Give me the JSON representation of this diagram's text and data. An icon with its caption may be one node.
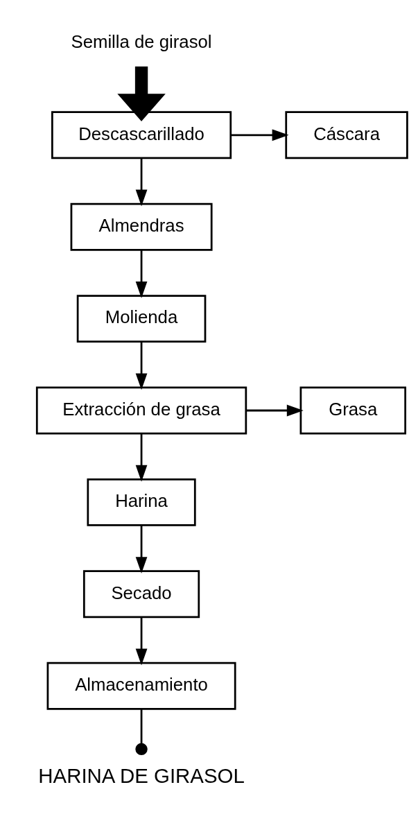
{
  "diagram": {
    "nodes": [
      {
        "text": [
          "Semilla de girasol"
        ]
      },
      {
        "text": [
          "Descascarillado"
        ]
      },
      {
        "text": [
          "Cáscara"
        ]
      },
      {
        "text": [
          "Almendras"
        ]
      },
      {
        "text": [
          "Molienda"
        ]
      },
      {
        "text": [
          "Extracción de grasa"
        ]
      },
      {
        "text": [
          "Grasa"
        ]
      },
      {
        "text": [
          "Harina"
        ]
      },
      {
        "text": [
          "Secado"
        ]
      },
      {
        "text": [
          "Almacenamiento"
        ]
      },
      {
        "text": [
          "HARINA DE GIRASOL"
        ]
      }
    ],
    "edges": [
      {
        "from": 0,
        "to": 1,
        "arrow": "to",
        "style": "thick"
      },
      {
        "from": 1,
        "to": 2,
        "arrow": "to"
      },
      {
        "from": 1,
        "to": 3,
        "arrow": "to"
      },
      {
        "from": 3,
        "to": 4,
        "arrow": "to"
      },
      {
        "from": 4,
        "to": 5,
        "arrow": "to"
      },
      {
        "from": 5,
        "to": 6,
        "arrow": "to"
      },
      {
        "from": 5,
        "to": 7,
        "arrow": "to"
      },
      {
        "from": 7,
        "to": 8,
        "arrow": "to"
      },
      {
        "from": 8,
        "to": 9,
        "arrow": "to"
      },
      {
        "from": 9,
        "to": 10,
        "arrow": "other"
      }
    ]
  }
}
